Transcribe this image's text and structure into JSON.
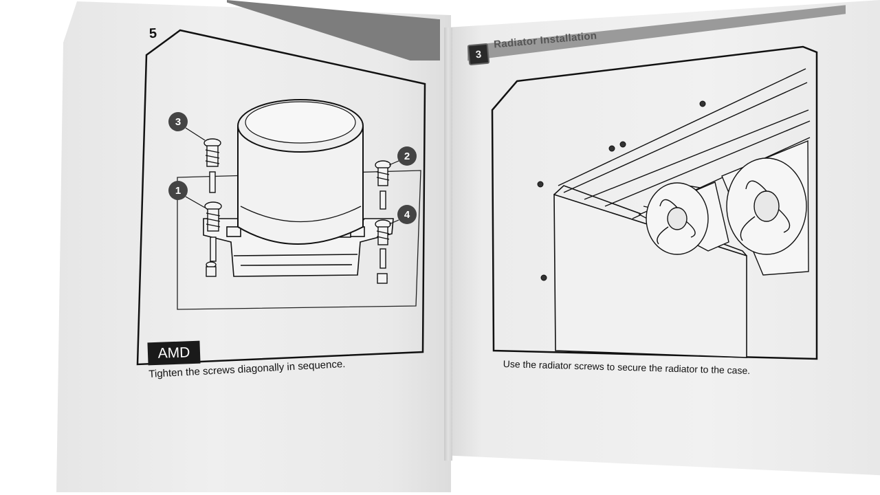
{
  "left_page": {
    "page_number": "5",
    "platform_badge": "AMD",
    "caption": "Tighten the screws diagonally in sequence.",
    "step_markers": [
      "3",
      "2",
      "1",
      "4"
    ]
  },
  "right_page": {
    "section_number": "3",
    "section_title": "Radiator Installation",
    "caption": "Use the radiator screws to secure the radiator to the case."
  },
  "icons": [
    "screw-icon",
    "pump-block-icon",
    "fan-icon",
    "mounting-bracket-icon"
  ],
  "colors": {
    "paper": "#ebebeb",
    "ink": "#111111",
    "band": "#7d7d7d",
    "marker": "#444444"
  }
}
